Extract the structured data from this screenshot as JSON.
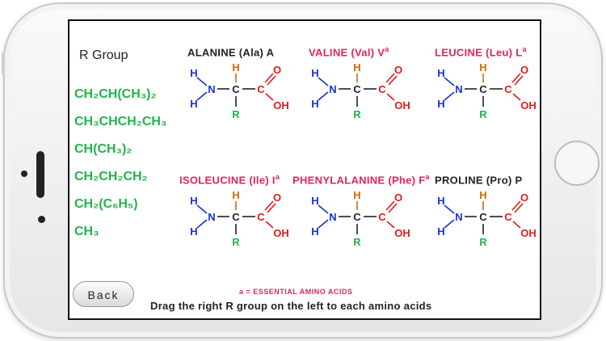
{
  "screen": {
    "rgroup_title": "R Group",
    "r_groups": [
      "CH₂CH(CH₃)₂",
      "CH₃CHCH₂CH₃",
      "CH(CH₃)₂",
      "CH₂CH₂CH₂",
      "CH₂(C₆H₅)",
      "CH₃"
    ],
    "amino_acids": [
      {
        "name": "ALANINE  (Ala) A",
        "essential": ""
      },
      {
        "name": "VALINE  (Val)  V",
        "essential": "a"
      },
      {
        "name": "LEUCINE  (Leu) L",
        "essential": "a"
      },
      {
        "name": "ISOLEUCINE  (Ile)  I",
        "essential": "a"
      },
      {
        "name": "PHENYLALANINE  (Phe) F",
        "essential": "a"
      },
      {
        "name": "PROLINE  (Pro) P",
        "essential": ""
      }
    ],
    "structure_labels": {
      "h": "H",
      "n": "N",
      "c": "C",
      "o": "O",
      "oh": "OH",
      "r": "R"
    },
    "back_label": "Back",
    "note": "a  = ESSENTIAL AMINO ACIDS",
    "instruction": "Drag the right R group on the left to each amino acids"
  },
  "colors": {
    "rgroup": "#22b34a",
    "essential_title": "#e0245e",
    "hydrogen_n": "#1a2fd6",
    "hydrogen_c": "#d26a00",
    "carboxyl": "#e01b1b",
    "r_label": "#22b34a"
  }
}
